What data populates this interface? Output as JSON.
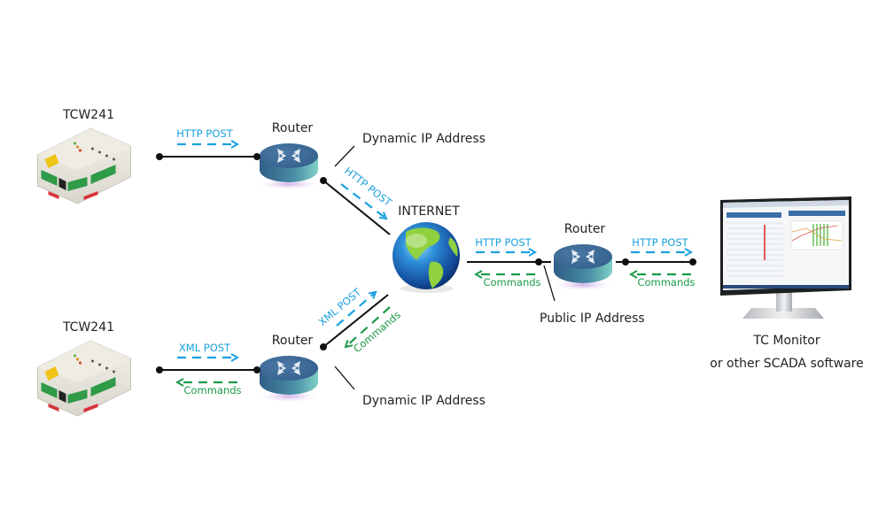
{
  "devices": [
    {
      "name": "TCW241",
      "position": "top"
    },
    {
      "name": "TCW241",
      "position": "bottom"
    }
  ],
  "routers": {
    "top": {
      "label": "Router",
      "ip_label": "Dynamic IP Address"
    },
    "bottom": {
      "label": "Router",
      "ip_label": "Dynamic IP Address"
    },
    "server": {
      "label": "Router",
      "ip_label": "Public IP Address"
    }
  },
  "internet": {
    "label": "INTERNET"
  },
  "monitor": {
    "line1": "TC Monitor",
    "line2": "or other SCADA software"
  },
  "arrows": {
    "top_device_to_router": "HTTP POST",
    "top_router_to_internet": "HTTP POST",
    "bottom_device_to_router": "XML POST",
    "bottom_router_to_device": "Commands",
    "bottom_router_to_internet": "XML POST",
    "internet_to_bottom_router": "Commands",
    "internet_to_server_router": "HTTP POST",
    "server_router_to_internet": "Commands",
    "server_router_to_monitor": "HTTP POST",
    "monitor_to_server_router": "Commands"
  },
  "colors": {
    "data_flow": "#1aa0e0",
    "commands_flow": "#1a9a48",
    "router_top": "#3d6a96",
    "router_side": "#5fb5b0",
    "link": "#111111"
  }
}
